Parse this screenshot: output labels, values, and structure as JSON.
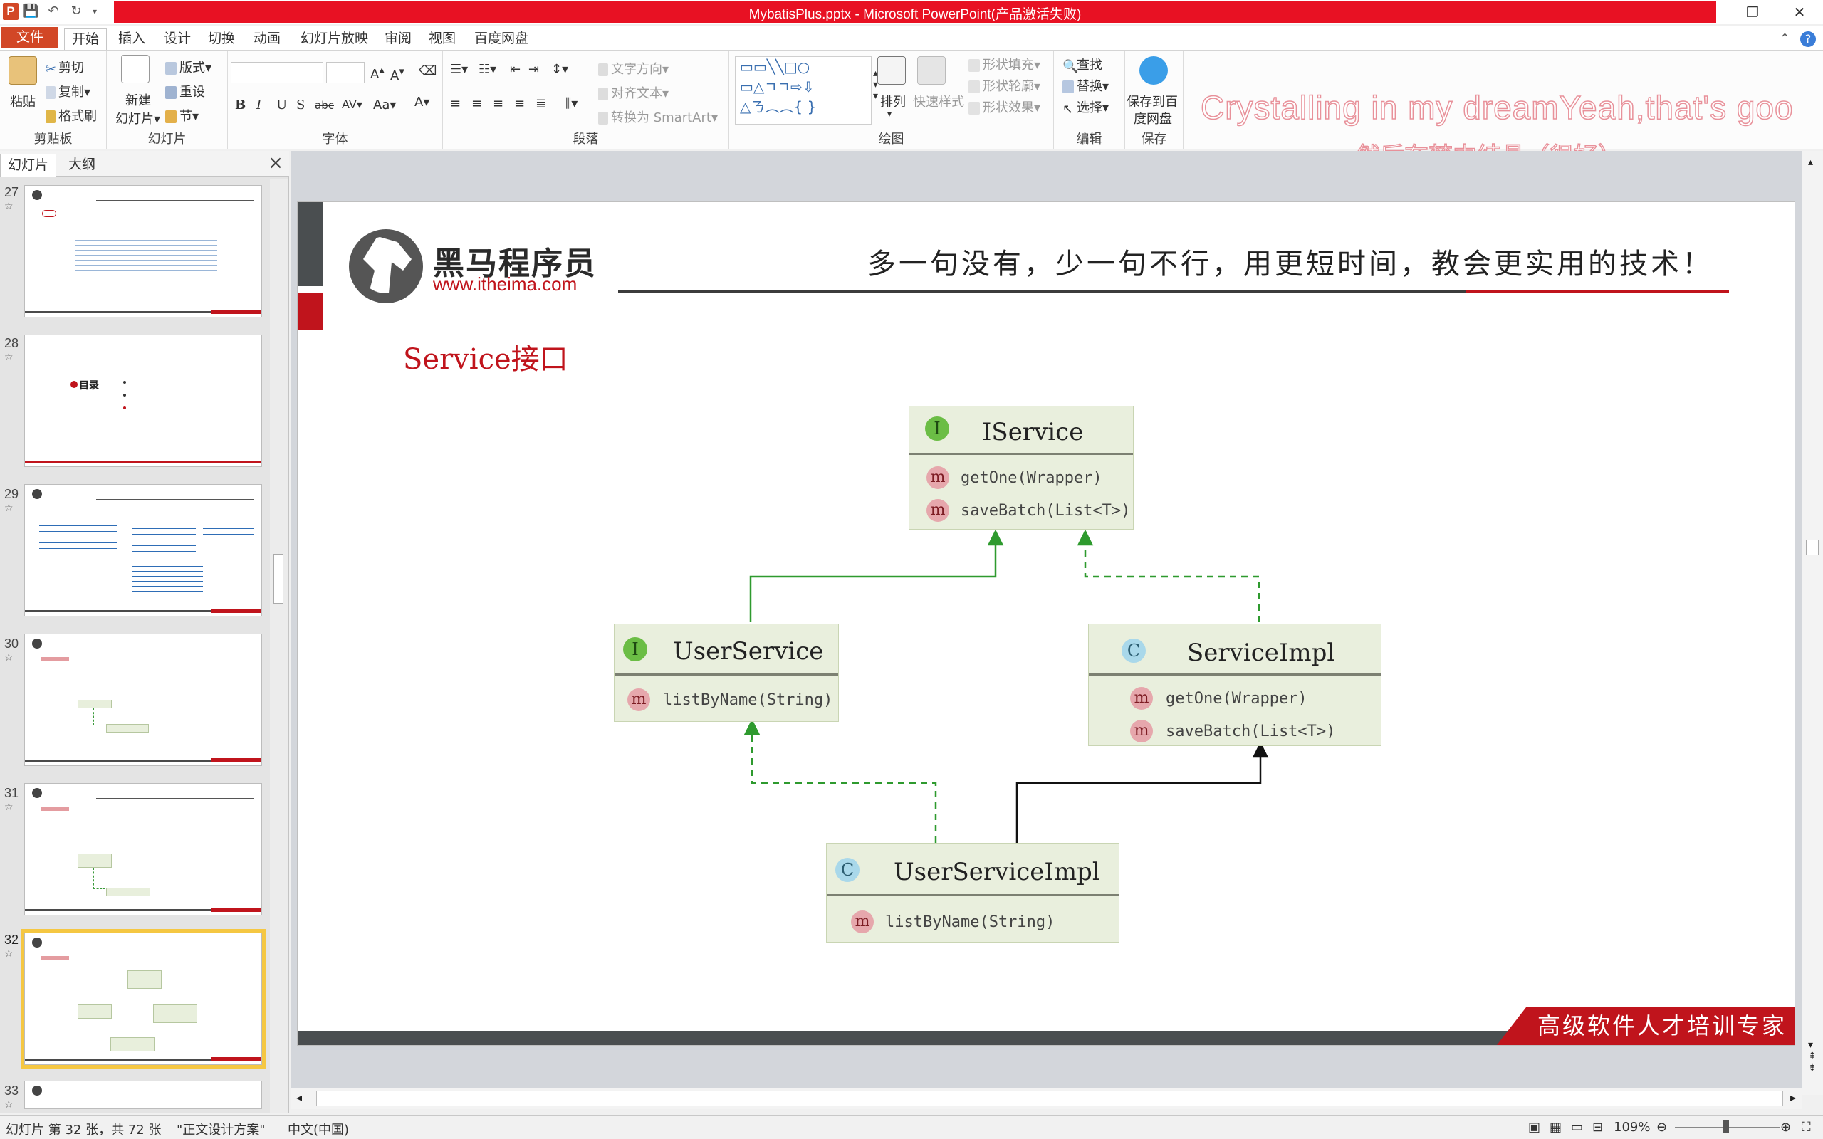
{
  "window": {
    "title": "MybatisPlus.pptx - Microsoft PowerPoint(产品激活失败)",
    "app_letter": "P"
  },
  "ribbon_tabs": [
    "文件",
    "开始",
    "插入",
    "设计",
    "切换",
    "动画",
    "幻灯片放映",
    "审阅",
    "视图",
    "百度网盘"
  ],
  "ribbon": {
    "paste": "粘贴",
    "cut": "剪切",
    "copy": "复制",
    "format_painter": "格式刷",
    "new_slide": "新建",
    "new_slide2": "幻灯片",
    "layout": "版式",
    "reset": "重设",
    "section": "节",
    "text_direction": "文字方向",
    "align_text": "对齐文本",
    "convert_smartart": "转换为 SmartArt",
    "arrange": "排列",
    "quick_styles": "快速样式",
    "shape_fill": "形状填充",
    "shape_outline": "形状轮廓",
    "shape_effects": "形状效果",
    "find": "查找",
    "replace": "替换",
    "select": "选择",
    "save_to_baidu1": "保存到百",
    "save_to_baidu2": "度网盘",
    "groups": {
      "clipboard": "剪贴板",
      "slides": "幻灯片",
      "font": "字体",
      "paragraph": "段落",
      "drawing": "绘图",
      "editing": "编辑",
      "save": "保存"
    }
  },
  "overlay": {
    "line1": "Crystalling in my dreamYeah,that's good",
    "line2": "然后在梦中结晶（很好）"
  },
  "left_panel": {
    "tab_slides": "幻灯片",
    "tab_outline": "大纲",
    "close": "×",
    "thumbs": [
      {
        "num": "27",
        "star": "☆"
      },
      {
        "num": "28",
        "star": "☆",
        "toc_title": "目录"
      },
      {
        "num": "29",
        "star": "☆"
      },
      {
        "num": "30",
        "star": "☆"
      },
      {
        "num": "31",
        "star": "☆"
      },
      {
        "num": "32",
        "star": "☆"
      },
      {
        "num": "33",
        "star": "☆"
      }
    ]
  },
  "slide": {
    "logo_cn": "黑马程序员",
    "logo_url": "www.itheima.com",
    "slogan": "多一句没有，少一句不行，用更短时间，教会更实用的技术！",
    "title": "Service接口",
    "footer": "高级软件人才培训专家",
    "classes": {
      "iservice": {
        "badge": "I",
        "name": "IService",
        "methods": [
          "getOne(Wrapper)",
          "saveBatch(List<T>)"
        ]
      },
      "userservice": {
        "badge": "I",
        "name": "UserService",
        "methods": [
          "listByName(String)"
        ]
      },
      "serviceimpl": {
        "badge": "C",
        "name": "ServiceImpl",
        "methods": [
          "getOne(Wrapper)",
          "saveBatch(List<T>)"
        ]
      },
      "userserviceimpl": {
        "badge": "C",
        "name": "UserServiceImpl",
        "methods": [
          "listByName(String)"
        ]
      }
    },
    "method_badge": "m"
  },
  "status": {
    "slide_info": "幻灯片 第 32 张，共 72 张",
    "theme": "\"正文设计方案\"",
    "language": "中文(中国)",
    "zoom": "109%"
  }
}
